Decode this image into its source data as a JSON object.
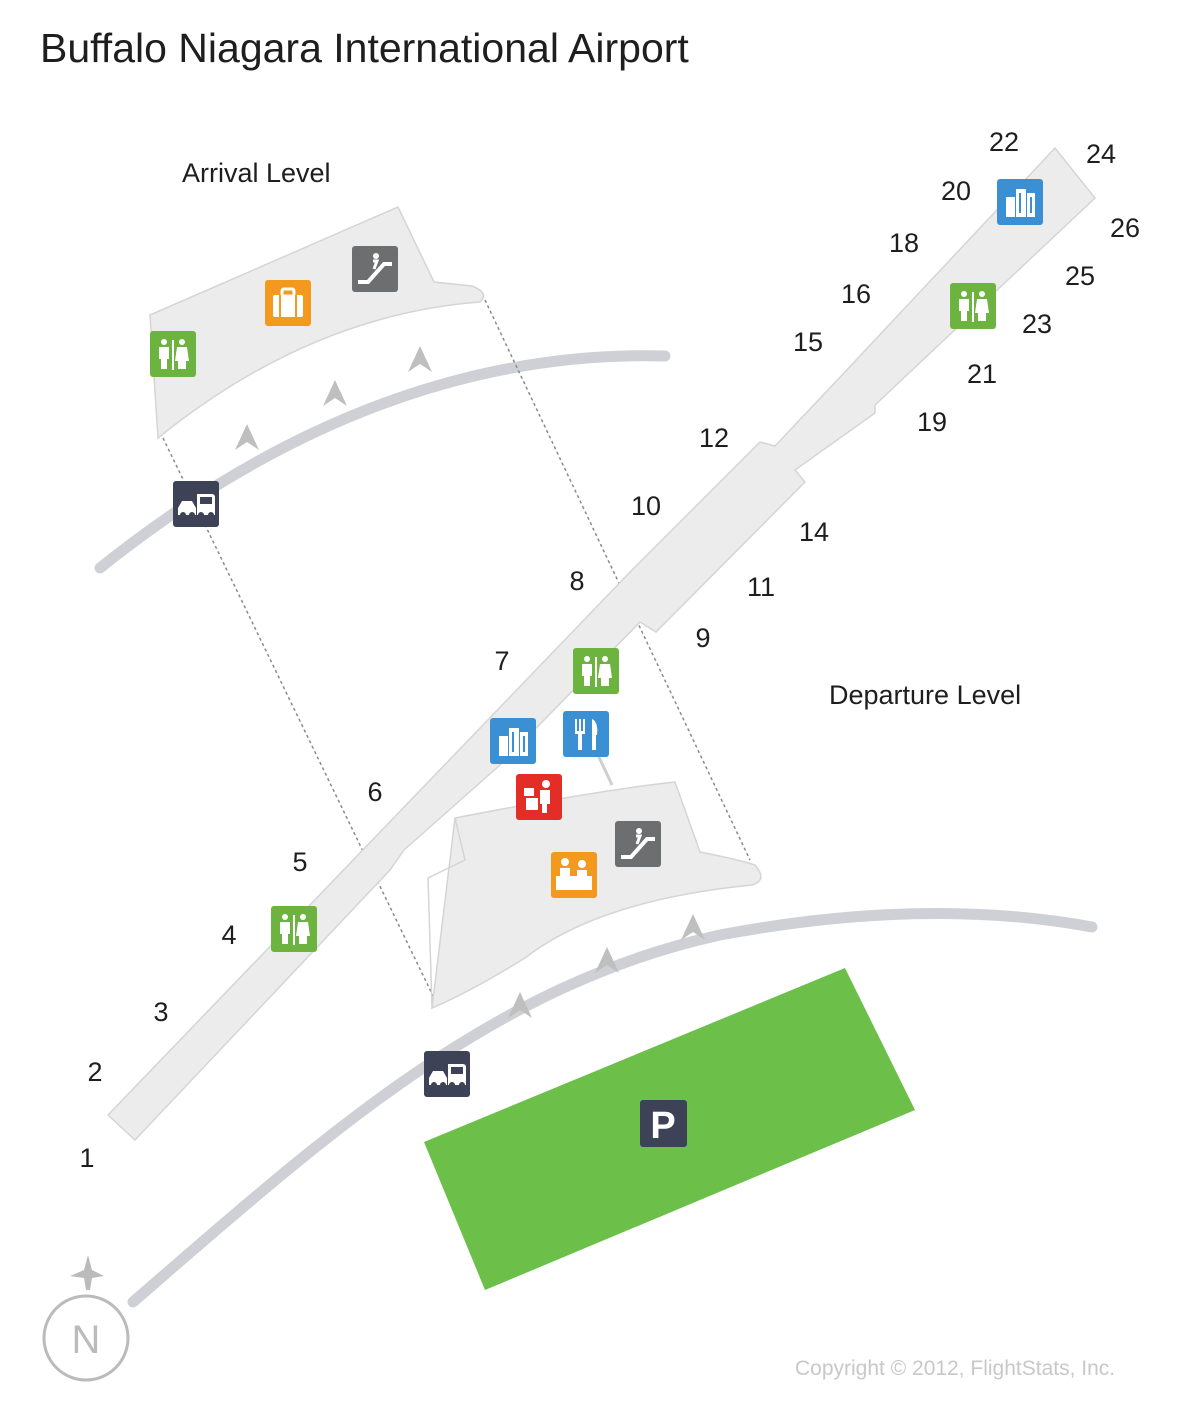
{
  "title": "Buffalo Niagara International Airport",
  "levels": {
    "arrival": "Arrival Level",
    "departure": "Departure Level"
  },
  "gates": [
    "1",
    "2",
    "3",
    "4",
    "5",
    "6",
    "7",
    "8",
    "9",
    "10",
    "11",
    "12",
    "14",
    "15",
    "16",
    "18",
    "19",
    "20",
    "21",
    "22",
    "23",
    "24",
    "25",
    "26"
  ],
  "parking_label": "P",
  "north_label": "N",
  "copyright": "Copyright © 2012, FlightStats, Inc.",
  "icons": [
    "restroom-icon",
    "baggage-claim-icon",
    "escalator-icon",
    "ground-transport-icon",
    "restroom-icon",
    "dining-icon",
    "shops-icon",
    "security-checkpoint-icon",
    "ticketing-icon",
    "escalator-icon",
    "restroom-icon",
    "ground-transport-icon",
    "restroom-icon",
    "shops-icon",
    "parking-icon",
    "airplane-icon"
  ],
  "colors": {
    "restroom": "#6cb33f",
    "baggage": "#f39a1e",
    "escalator": "#6d6e70",
    "ground_transport": "#3d4256",
    "dining": "#3b8fd3",
    "shops": "#3b8fd3",
    "security": "#e42d27",
    "ticketing": "#f39a1e",
    "parking_lot": "#6cc04a",
    "parking_sign": "#3d4256",
    "terminal": "#ececec",
    "road": "#cfd0d6"
  }
}
